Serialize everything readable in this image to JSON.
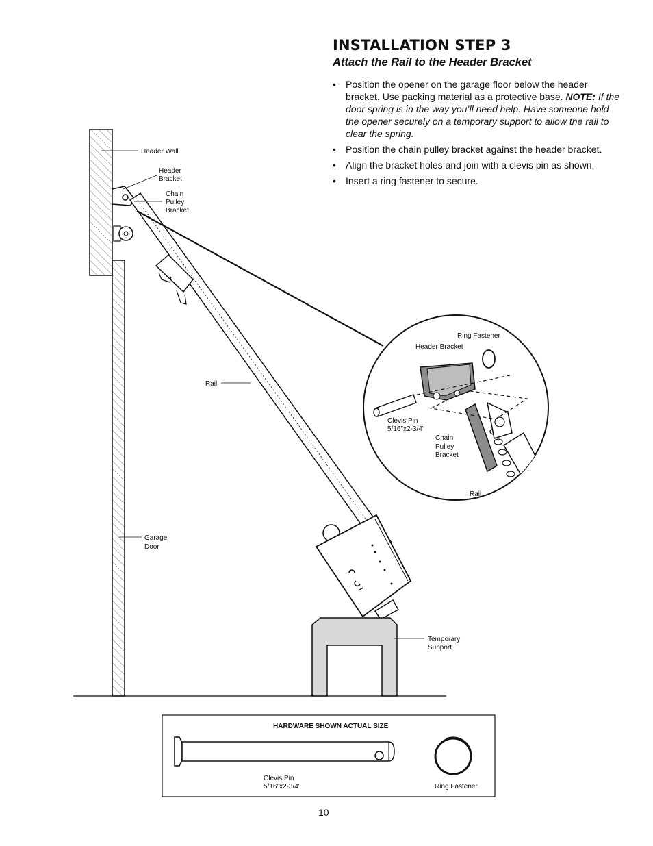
{
  "step": {
    "title": "INSTALLATION STEP 3",
    "subtitle": "Attach the Rail to the Header Bracket",
    "bullets": [
      {
        "text": "Position the opener on the garage floor below the header bracket. Use packing material as a protective base.",
        "note_label": "NOTE:",
        "note_text": "If the door spring is in the way you’ll need help. Have someone hold the opener securely on a temporary support to allow the rail to clear the spring."
      },
      {
        "text": "Position the chain pulley bracket against the header bracket."
      },
      {
        "text": "Align the bracket holes and join with a clevis pin as shown."
      },
      {
        "text": "Insert a ring fastener to secure."
      }
    ]
  },
  "diagram": {
    "labels": {
      "header_wall": "Header Wall",
      "header_bracket": [
        "Header",
        "Bracket"
      ],
      "chain_pulley_bracket": [
        "Chain",
        "Pulley",
        "Bracket"
      ],
      "rail": "Rail",
      "garage_door": [
        "Garage",
        "Door"
      ],
      "temporary_support": [
        "Temporary",
        "Support"
      ]
    },
    "detail_labels": {
      "ring_fastener": "Ring Fastener",
      "header_bracket": "Header Bracket",
      "clevis_pin": [
        "Clevis Pin",
        "5/16\"x2-3/4\""
      ],
      "chain_pulley_bracket": [
        "Chain",
        "Pulley",
        "Bracket"
      ],
      "rail": "Rail"
    }
  },
  "hardware": {
    "heading": "HARDWARE SHOWN ACTUAL SIZE",
    "clevis_pin": [
      "Clevis Pin",
      "5/16\"x2-3/4\""
    ],
    "ring_fastener": "Ring Fastener"
  },
  "page_number": "10"
}
